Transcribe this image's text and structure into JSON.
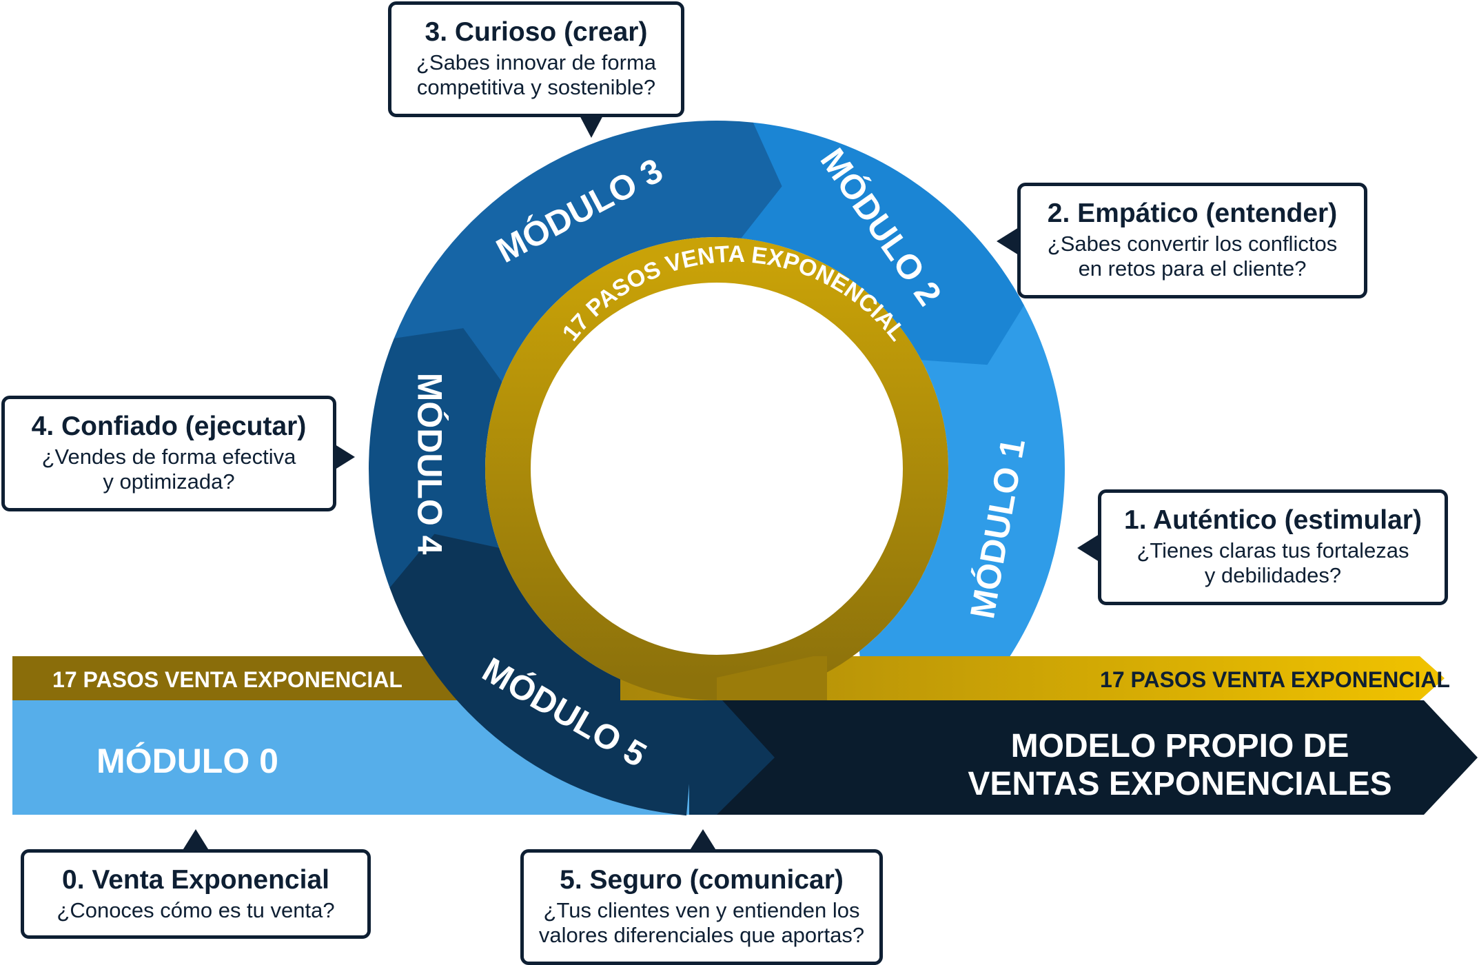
{
  "ring_label": "17 PASOS VENTA EXPONENCIAL",
  "band": {
    "left_label": "17 PASOS VENTA EXPONENCIAL",
    "right_label": "17 PASOS VENTA EXPONENCIAL",
    "module0_label": "MÓDULO 0",
    "model_line1": "MODELO PROPIO DE",
    "model_line2": "VENTAS EXPONENCIALES"
  },
  "modules": [
    {
      "label": "MÓDULO 1",
      "color": "#2f9ce8"
    },
    {
      "label": "MÓDULO 2",
      "color": "#1b85d4"
    },
    {
      "label": "MÓDULO 3",
      "color": "#1665a6"
    },
    {
      "label": "MÓDULO 4",
      "color": "#0f4f84"
    },
    {
      "label": "MÓDULO 5",
      "color": "#0c3558"
    }
  ],
  "callouts": [
    {
      "title": "0. Venta Exponencial",
      "lines": [
        "¿Conoces cómo es tu venta?"
      ]
    },
    {
      "title": "1. Auténtico (estimular)",
      "lines": [
        "¿Tienes claras tus fortalezas",
        "y debilidades?"
      ]
    },
    {
      "title": "2. Empático (entender)",
      "lines": [
        "¿Sabes convertir los conflictos",
        "en retos para el cliente?"
      ]
    },
    {
      "title": "3. Curioso (crear)",
      "lines": [
        "¿Sabes innovar de forma",
        "competitiva y sostenible?"
      ]
    },
    {
      "title": "4. Confiado (ejecutar)",
      "lines": [
        "¿Vendes de forma efectiva",
        "y optimizada?"
      ]
    },
    {
      "title": "5. Seguro (comunicar)",
      "lines": [
        "¿Tus clientes ven y entienden los",
        "valores diferenciales que aportas?"
      ]
    }
  ],
  "colors": {
    "gold_dark": "#8a6d0a",
    "gold": "#c9a208",
    "gold_bright": "#f1c300",
    "module0_blue": "#56aeea",
    "navy": "#0a1c2d",
    "outline": "#0e1f33"
  }
}
